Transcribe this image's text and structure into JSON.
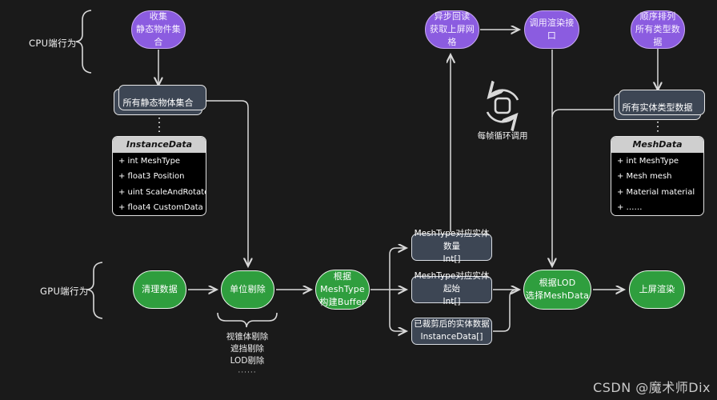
{
  "diagram": {
    "side_labels": {
      "cpu": "CPU端行为",
      "gpu": "GPU端行为"
    },
    "cpu_row": {
      "collect": {
        "line1": "收集",
        "line2": "静态物件集合"
      },
      "async_readback": {
        "line1": "异步回读",
        "line2": "获取上屏网格"
      },
      "call_render_api": {
        "line1": "调用渲染接口"
      },
      "sort_all_types": {
        "line1": "顺序排列",
        "line2": "所有类型数据"
      }
    },
    "data_stores": {
      "all_static_objects": "所有静态物体集合",
      "all_entity_type_data": "所有实体类型数据"
    },
    "class_boxes": {
      "instance_data": {
        "title": "InstanceData",
        "fields": [
          "+ int MeshType",
          "+ float3 Position",
          "+ uint ScaleAndRotate",
          "+ float4 CustomData"
        ]
      },
      "mesh_data": {
        "title": "MeshData",
        "fields": [
          "+ int MeshType",
          "+ Mesh mesh",
          "+ Material material",
          "+ ……"
        ]
      }
    },
    "loop": {
      "caption": "每帧循环调用"
    },
    "gpu_row": {
      "clear_data": {
        "line1": "清理数据"
      },
      "unit_culling": {
        "line1": "单位剔除"
      },
      "build_buffer": {
        "line1": "根据MeshType",
        "line2": "构建Buffer"
      },
      "select_meshdata": {
        "line1": "根据LOD",
        "line2": "选择MeshData"
      },
      "render_to_screen": {
        "line1": "上屏渲染"
      }
    },
    "culling_notes": [
      "视锥体剔除",
      "遮挡剔除",
      "LOD剔除",
      "······"
    ],
    "buffer_boxes": {
      "entity_count": {
        "line1": "MeshType对应实体数量",
        "line2": "Int[]"
      },
      "entity_start": {
        "line1": "MeshType对应实体起始",
        "line2": "Int[]"
      },
      "culled_entities": {
        "line1": "已裁剪后的实体数据",
        "line2": "InstanceData[]"
      }
    }
  },
  "watermark": "CSDN @魔术师Dix",
  "colors": {
    "background": "#1a1a1a",
    "purple_node_fill": "#8b5ce0",
    "purple_node_border": "#c9aaf2",
    "green_node_fill": "#2f9e3e",
    "slate_box_fill": "#3d4654",
    "connector_line": "#d9d9d9",
    "class_header_bg": "#cfcfcf",
    "class_body_bg": "#000000"
  }
}
